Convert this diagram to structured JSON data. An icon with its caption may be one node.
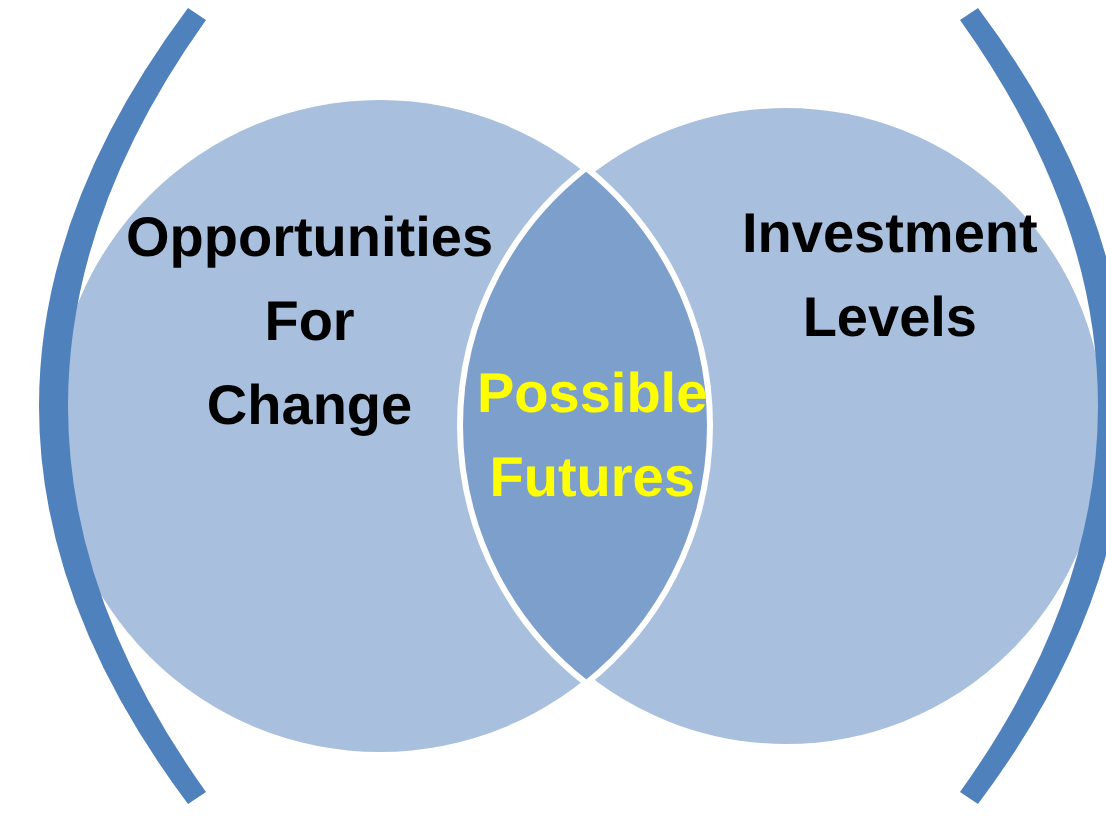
{
  "diagram": {
    "nodes": [
      {
        "text": [
          "Opportunities For Change"
        ]
      },
      {
        "text": [
          "Investment Levels"
        ]
      },
      {
        "text": [
          "Possible Futures"
        ]
      },
      {
        "text": [],
        "shape": "bracket"
      },
      {
        "text": [],
        "shape": "bracket"
      }
    ]
  }
}
